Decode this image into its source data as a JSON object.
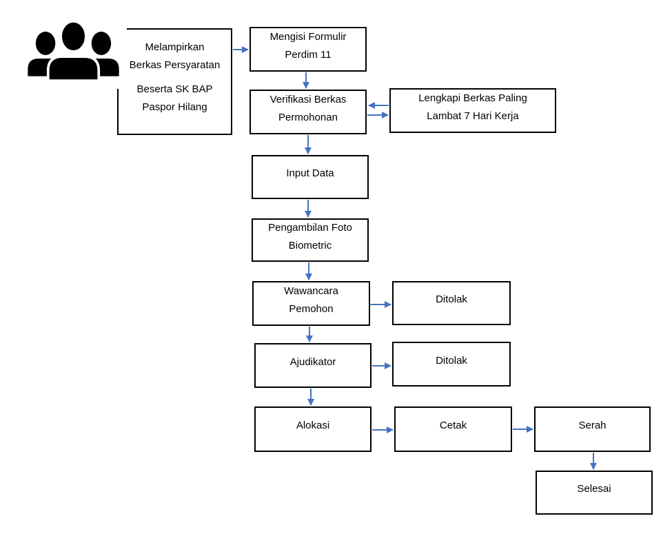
{
  "diagram": {
    "type": "flowchart",
    "colors": {
      "arrow": "#4472C4",
      "box_border": "#000000",
      "box_fill": "#ffffff",
      "icon": "#000000",
      "background": "#ffffff"
    },
    "nodes": {
      "applicant_docs": {
        "para1": "Melampirkan\nBerkas Persyaratan",
        "para2": "Beserta SK BAP\nPaspor Hilang"
      },
      "fill_form": {
        "label": "Mengisi Formulir\nPerdim 11"
      },
      "verify_docs": {
        "label": "Verifikasi Berkas\nPermohonan"
      },
      "complete_docs": {
        "label": "Lengkapi Berkas Paling\nLambat 7 Hari Kerja"
      },
      "input_data": {
        "label": "Input Data"
      },
      "biometric_photo": {
        "label": "Pengambilan Foto\nBiometric"
      },
      "interview": {
        "label": "Wawancara\nPemohon"
      },
      "rejected_interview": {
        "label": "Ditolak"
      },
      "adjudicator": {
        "label": "Ajudikator"
      },
      "rejected_adjudicator": {
        "label": "Ditolak"
      },
      "allocation": {
        "label": "Alokasi"
      },
      "print": {
        "label": "Cetak"
      },
      "handover": {
        "label": "Serah"
      },
      "finished": {
        "label": "Selesai"
      }
    },
    "icons": {
      "applicants": "people-group-icon"
    },
    "edges": [
      {
        "from": "applicant_docs",
        "to": "fill_form",
        "direction": "right"
      },
      {
        "from": "fill_form",
        "to": "verify_docs",
        "direction": "down"
      },
      {
        "from": "complete_docs",
        "to": "verify_docs",
        "direction": "left"
      },
      {
        "from": "verify_docs",
        "to": "complete_docs",
        "direction": "right"
      },
      {
        "from": "verify_docs",
        "to": "input_data",
        "direction": "down"
      },
      {
        "from": "input_data",
        "to": "biometric_photo",
        "direction": "down"
      },
      {
        "from": "biometric_photo",
        "to": "interview",
        "direction": "down"
      },
      {
        "from": "interview",
        "to": "rejected_interview",
        "direction": "right"
      },
      {
        "from": "interview",
        "to": "adjudicator",
        "direction": "down"
      },
      {
        "from": "adjudicator",
        "to": "rejected_adjudicator",
        "direction": "right"
      },
      {
        "from": "adjudicator",
        "to": "allocation",
        "direction": "down"
      },
      {
        "from": "allocation",
        "to": "print",
        "direction": "right"
      },
      {
        "from": "print",
        "to": "handover",
        "direction": "right"
      },
      {
        "from": "handover",
        "to": "finished",
        "direction": "down"
      }
    ]
  }
}
